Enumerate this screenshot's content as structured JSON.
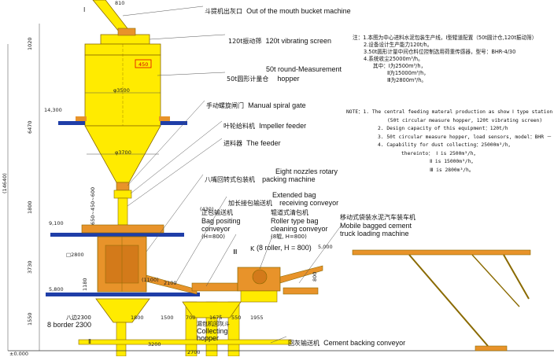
{
  "labels": {
    "bucket_outlet": {
      "cn": "斗提机出灰口",
      "en": "Out of the mouth bucket machine"
    },
    "vibrating_screen": {
      "cn": "120t振动筛",
      "en": "120t vibrating screen"
    },
    "measure_hopper": {
      "cn": "50t圆形计量仓",
      "en_line1": "50t round-Measurement",
      "en_line2": "hopper"
    },
    "spiral_gate": {
      "cn": "手动螺旋闸门",
      "en": "Manual spiral gate"
    },
    "impeller": {
      "cn": "叶轮给料机",
      "en": "Impeller feeder"
    },
    "feeder": {
      "cn": "进料器",
      "en": "The feeder"
    },
    "packing": {
      "cn": "八嘴回转式包装机",
      "en_line1": "Eight nozzles rotary",
      "en_line2": "packing machine"
    },
    "extended_bag": {
      "cn": "加长接包输送机",
      "en_line1": "Extended bag",
      "en_line2": "receiving conveyor"
    },
    "bag_positioning": {
      "cn": "正包输送机",
      "en_line1": "Bag positing",
      "en_line2": "conveyor",
      "en_line3": "(H=800)"
    },
    "roller_cleaning": {
      "cn": "辊道式清包机",
      "en_line1": "Roller type bag",
      "en_line2": "cleaning conveyor",
      "cn2": "(8辊, H=800)",
      "en_line3": "(8 roller, H = 800)"
    },
    "mobile_truck": {
      "cn": "移动式袋装水泥汽车装车机",
      "en_line1": "Mobile bagged cement",
      "en_line2": "truck loading machine"
    },
    "collecting_hopper": {
      "cn": "漏包机回灰斗",
      "en_line1": "Collecting",
      "en_line2": "hopper"
    },
    "cement_backing": {
      "cn": "回灰输送机",
      "en": "Cement backing conveyor"
    },
    "border": {
      "cn": "八边2300",
      "en": "8 border 2300"
    }
  },
  "notes_cn": {
    "title": "注：",
    "lines": [
      "1.本图为中心进料水泥包装生产线，Ⅰ型辊道配置（50t圆计仓,120t振动筛）",
      "2.设备设计生产能力120t/h。",
      "3.50t圆形计量中间仓料位控制选用荷重传感器，型号：BHR-4/30",
      "4.系统收尘25000m³/h。",
      "其中：Ⅰ为2500m³/h，",
      "Ⅱ为15000m³/h，",
      "Ⅲ为2800m³/h。"
    ]
  },
  "notes_en": {
    "title": "NOTE：",
    "lines": [
      "1. The central feeding materal production as show Ⅰ type station",
      "(50t circular measure hopper, 120t vibrating screen)",
      "2. Design capacity of this equipment：120t/h",
      "3. 50t circular measure hopper, load sensors, model：BHR － 4/30",
      "4. Capability for dust collecting：25000m³/h，",
      "thereinto： Ⅰ is 2500m³/h，",
      "Ⅱ is 15000m³/h，",
      "Ⅲ is 2800m³/h。"
    ]
  },
  "dimensions": {
    "top_810": "810",
    "d450": "450",
    "phi3500": "φ3500",
    "phi3700": "φ3700",
    "el_14300": "14,300",
    "el_9100": "9,100",
    "el_5800": "5,800",
    "el_5000": "5,000",
    "el_0": "±0.000",
    "v1020": "1020",
    "v6470": "6470",
    "v1800": "1800",
    "v3730": "3730",
    "v1550": "1550",
    "v14640": "(14640)",
    "v650": "650~450~600",
    "v430": "(430)",
    "sq2800": "□2800",
    "v1100": "(1100)",
    "v1180": "1180",
    "h2100": "2100",
    "h1800": "1800",
    "h1500": "1500",
    "h700": "700",
    "h1675": "1675",
    "h550": "550",
    "h1955": "1955",
    "h3200": "3200",
    "h2700": "2700",
    "v800": "800",
    "mark_I": "Ⅰ",
    "mark_II": "Ⅱ",
    "mark_III": "Ⅲ",
    "mark_K": "K"
  },
  "colors": {
    "equipment_yellow": "#ffeb00",
    "equipment_orange": "#e8932a",
    "platform_blue": "#1f3ea8",
    "highlight_red": "#e00000"
  }
}
